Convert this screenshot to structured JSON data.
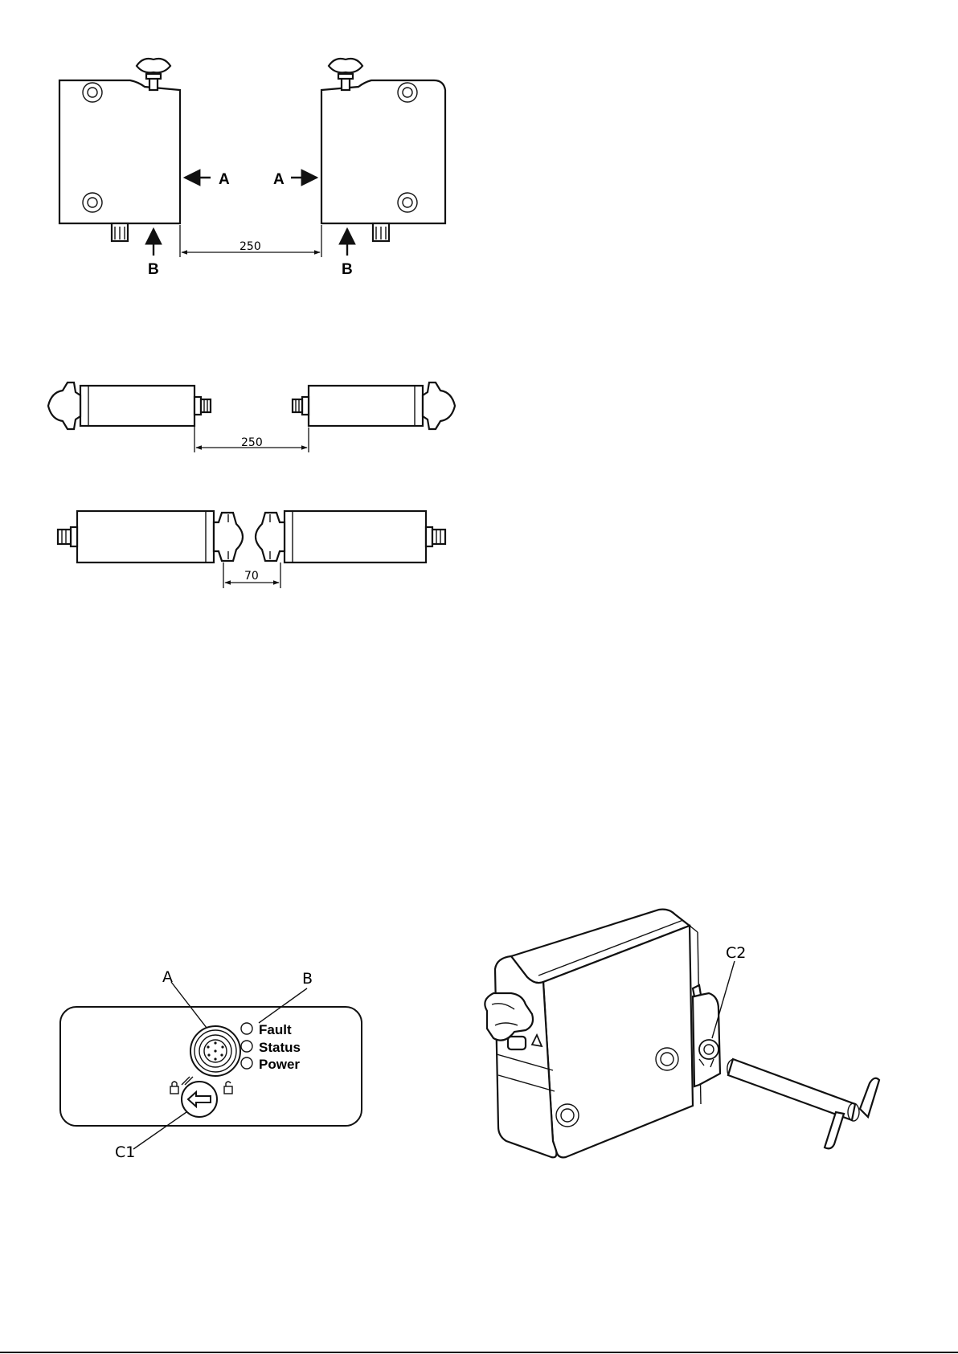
{
  "fig1": {
    "label_a_left": "A",
    "label_a_right": "A",
    "label_b_left": "B",
    "label_b_right": "B",
    "dimension": "250"
  },
  "fig2": {
    "dimension": "250"
  },
  "fig3": {
    "dimension": "70"
  },
  "panel": {
    "callout_a": "A",
    "callout_b": "B",
    "callout_c1": "C1",
    "leds": [
      "Fault",
      "Status",
      "Power"
    ]
  },
  "iso": {
    "callout_c2": "C2"
  }
}
